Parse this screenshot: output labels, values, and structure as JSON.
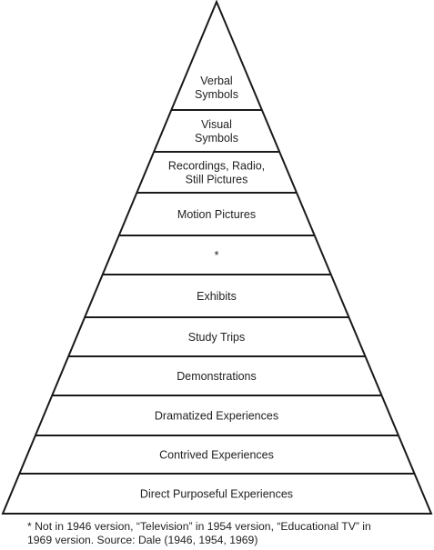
{
  "diagram": {
    "tiers_top_to_bottom": [
      {
        "lines": [
          "Verbal",
          "Symbols"
        ]
      },
      {
        "lines": [
          "Visual",
          "Symbols"
        ]
      },
      {
        "lines": [
          "Recordings, Radio,",
          "Still Pictures"
        ]
      },
      {
        "lines": [
          "Motion Pictures"
        ]
      },
      {
        "lines": [
          "*"
        ]
      },
      {
        "lines": [
          "Exhibits"
        ]
      },
      {
        "lines": [
          "Study Trips"
        ]
      },
      {
        "lines": [
          "Demonstrations"
        ]
      },
      {
        "lines": [
          "Dramatized Experiences"
        ]
      },
      {
        "lines": [
          "Contrived Experiences"
        ]
      },
      {
        "lines": [
          "Direct Purposeful Experiences"
        ]
      }
    ],
    "line_color": "#1a1a1a",
    "text_color": "#222222"
  },
  "footnote": {
    "line1": "* Not in 1946 version, “Television” in 1954 version, “Educational TV” in",
    "line2": "1969 version. Source:  Dale (1946, 1954, 1969)"
  }
}
